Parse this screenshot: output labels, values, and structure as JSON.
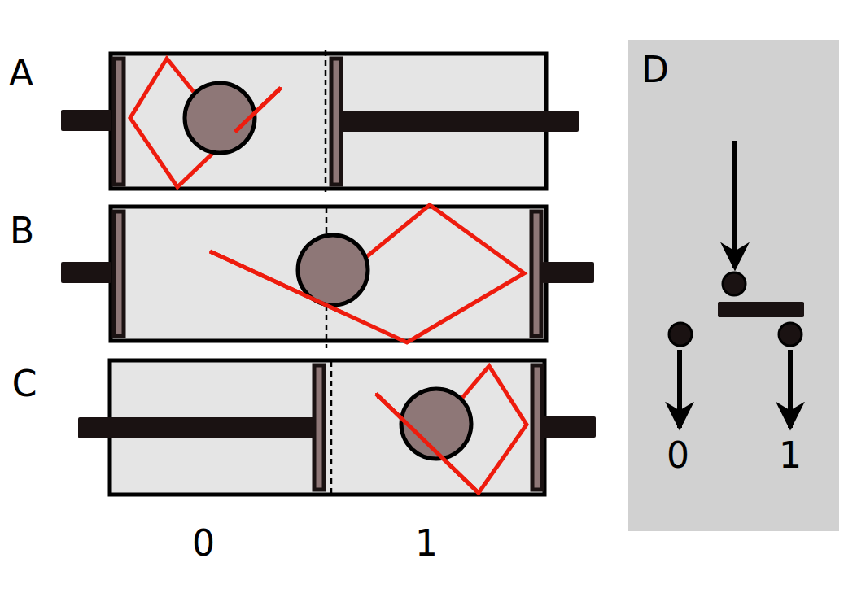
{
  "diagram": {
    "labels": [
      "A",
      "B",
      "C",
      "0",
      "1",
      "D",
      "0",
      "1"
    ]
  }
}
